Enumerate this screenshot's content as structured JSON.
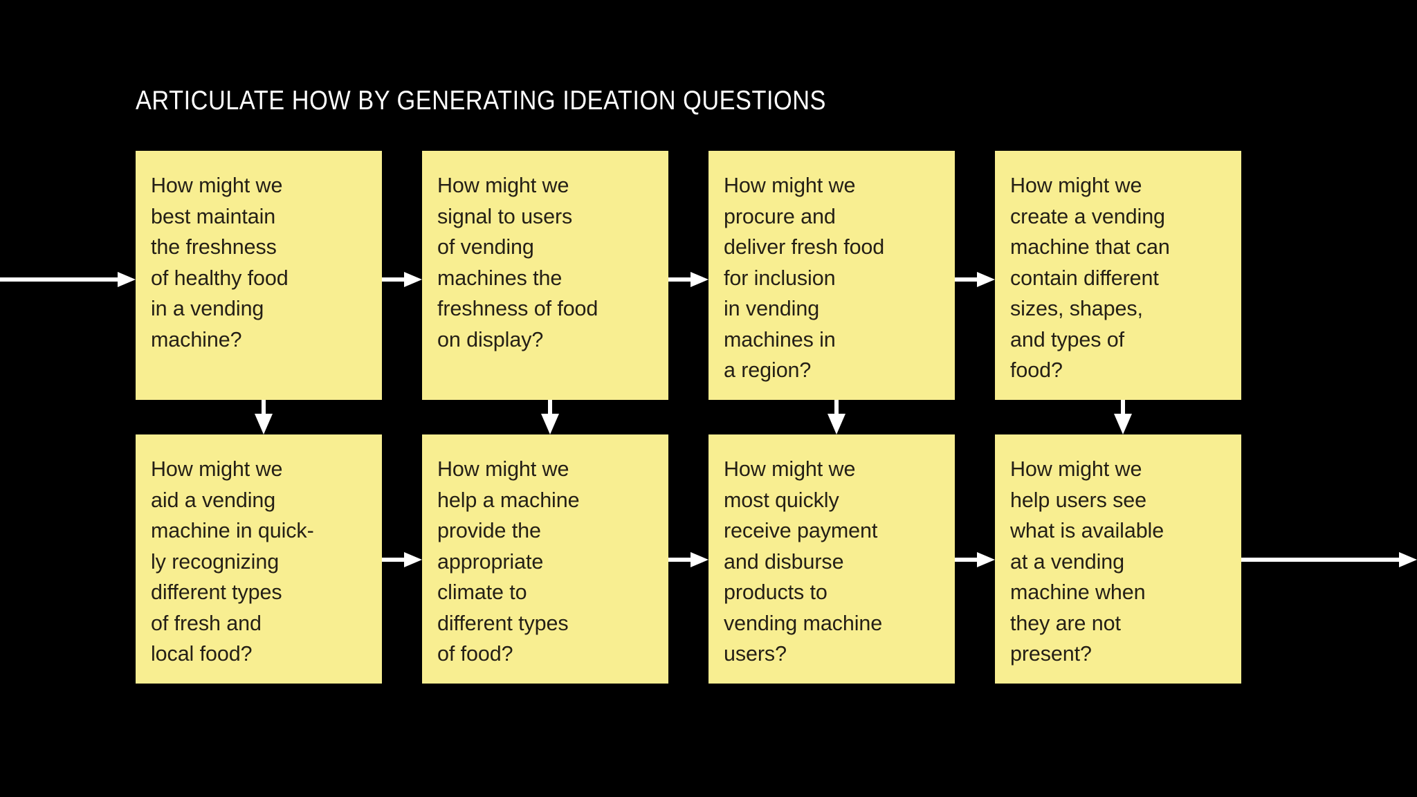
{
  "page": {
    "title": "ARTICULATE HOW BY GENERATING IDEATION QUESTIONS",
    "background_color": "#000000",
    "card_color": "#f8ee91",
    "card_text_color": "#241f16",
    "arrow_color": "#ffffff",
    "title_color": "#ffffff"
  },
  "cards": [
    {
      "id": "card-1",
      "text": "How might we\nbest maintain\nthe freshness\nof healthy food\nin a vending\nmachine?"
    },
    {
      "id": "card-2",
      "text": "How might we\nsignal to users\nof vending\nmachines the\nfreshness of food\non display?"
    },
    {
      "id": "card-3",
      "text": "How might we\nprocure and\ndeliver fresh food\nfor inclusion\nin vending\nmachines in\na region?"
    },
    {
      "id": "card-4",
      "text": "How might we\ncreate a vending\nmachine that can\ncontain different\nsizes, shapes,\nand types of\nfood?"
    },
    {
      "id": "card-5",
      "text": "How might we\naid a vending\nmachine in quick-\nly recognizing\ndifferent types\nof fresh and\nlocal food?"
    },
    {
      "id": "card-6",
      "text": "How might we\nhelp a machine\nprovide the\nappropriate\nclimate to\ndifferent types\nof food?"
    },
    {
      "id": "card-7",
      "text": "How might we\nmost quickly\nreceive payment\nand disburse\nproducts to\nvending machine\nusers?"
    },
    {
      "id": "card-8",
      "text": "How might we\nhelp users see\nwhat is available\nat a vending\nmachine when\nthey are not\npresent?"
    }
  ],
  "connectors": {
    "entry_arrow": "flow-in-arrow",
    "exit_arrow": "flow-out-arrow",
    "horizontal_top": [
      "arrow-card1-to-card2",
      "arrow-card2-to-card3",
      "arrow-card3-to-card4"
    ],
    "horizontal_bottom": [
      "arrow-card5-to-card6",
      "arrow-card6-to-card7",
      "arrow-card7-to-card8"
    ],
    "vertical": [
      "arrow-card1-to-card5",
      "arrow-card2-to-card6",
      "arrow-card3-to-card7",
      "arrow-card4-to-card8"
    ]
  }
}
